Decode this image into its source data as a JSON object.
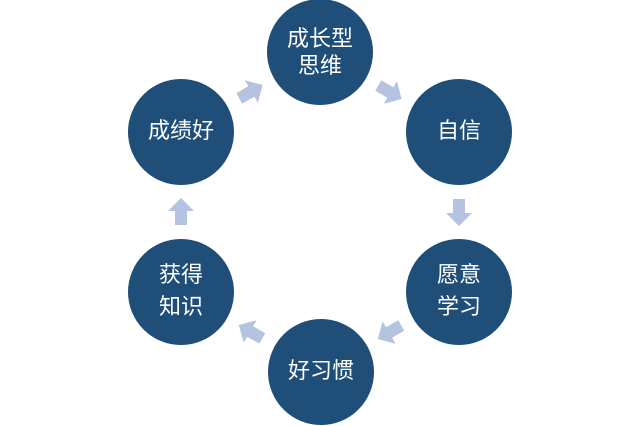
{
  "diagram": {
    "nodes": [
      {
        "id": "growth-mindset",
        "lines": [
          "成长型",
          "思维"
        ]
      },
      {
        "id": "confidence",
        "lines": [
          "自信"
        ]
      },
      {
        "id": "willing-to-learn",
        "lines": [
          "愿意",
          "学习"
        ]
      },
      {
        "id": "good-habits",
        "lines": [
          "好习惯"
        ]
      },
      {
        "id": "gain-knowledge",
        "lines": [
          "获得",
          "知识"
        ]
      },
      {
        "id": "good-grades",
        "lines": [
          "成绩好"
        ]
      }
    ],
    "edges": [
      {
        "from": "growth-mindset",
        "to": "confidence"
      },
      {
        "from": "confidence",
        "to": "willing-to-learn"
      },
      {
        "from": "willing-to-learn",
        "to": "good-habits"
      },
      {
        "from": "good-habits",
        "to": "gain-knowledge"
      },
      {
        "from": "gain-knowledge",
        "to": "good-grades"
      },
      {
        "from": "good-grades",
        "to": "growth-mindset"
      }
    ],
    "colors": {
      "node_fill": "#1f4e79",
      "node_text": "#ffffff",
      "arrow_fill": "#b4c3e0"
    }
  }
}
